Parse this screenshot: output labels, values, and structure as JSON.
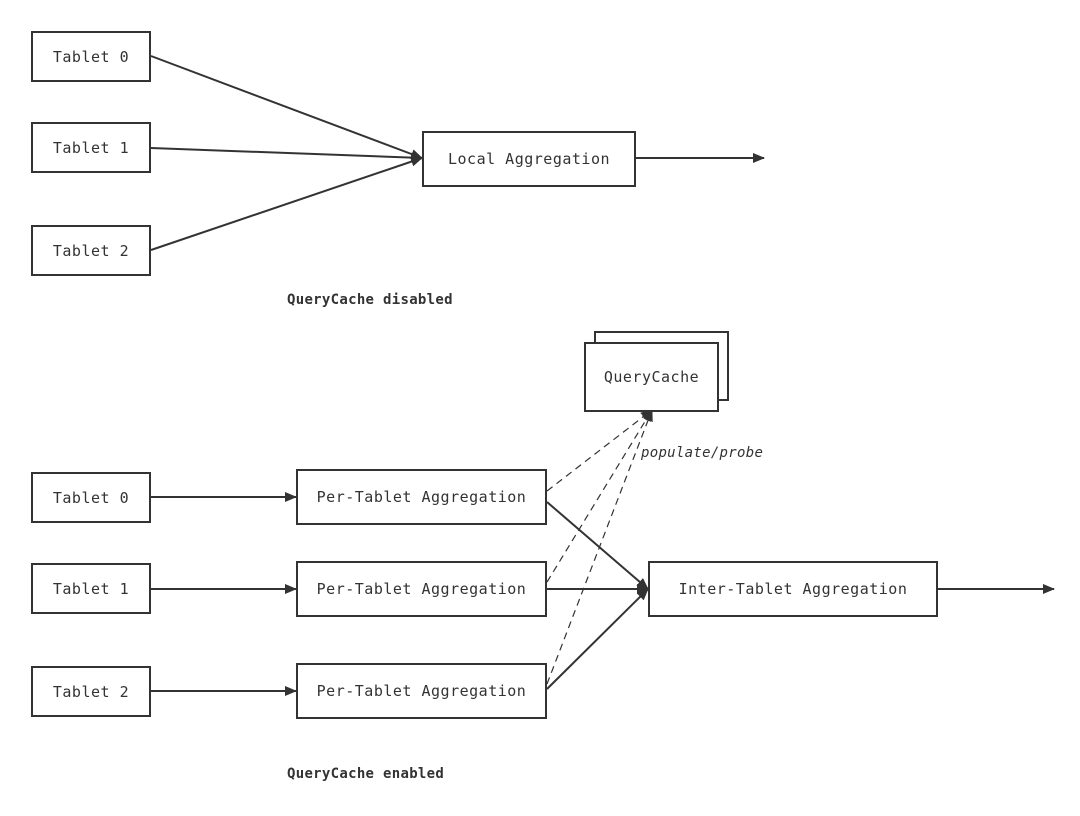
{
  "top": {
    "tablets": [
      "Tablet 0",
      "Tablet 1",
      "Tablet 2"
    ],
    "local_aggregation": "Local Aggregation",
    "caption": "QueryCache disabled"
  },
  "bottom": {
    "tablets": [
      "Tablet 0",
      "Tablet 1",
      "Tablet 2"
    ],
    "per_tablet": [
      "Per-Tablet Aggregation",
      "Per-Tablet Aggregation",
      "Per-Tablet Aggregation"
    ],
    "inter_tablet": "Inter-Tablet Aggregation",
    "query_cache": "QueryCache",
    "populate_probe": "populate/probe",
    "caption": "QueryCache enabled"
  },
  "colors": {
    "stroke": "#333333",
    "background": "#ffffff"
  }
}
